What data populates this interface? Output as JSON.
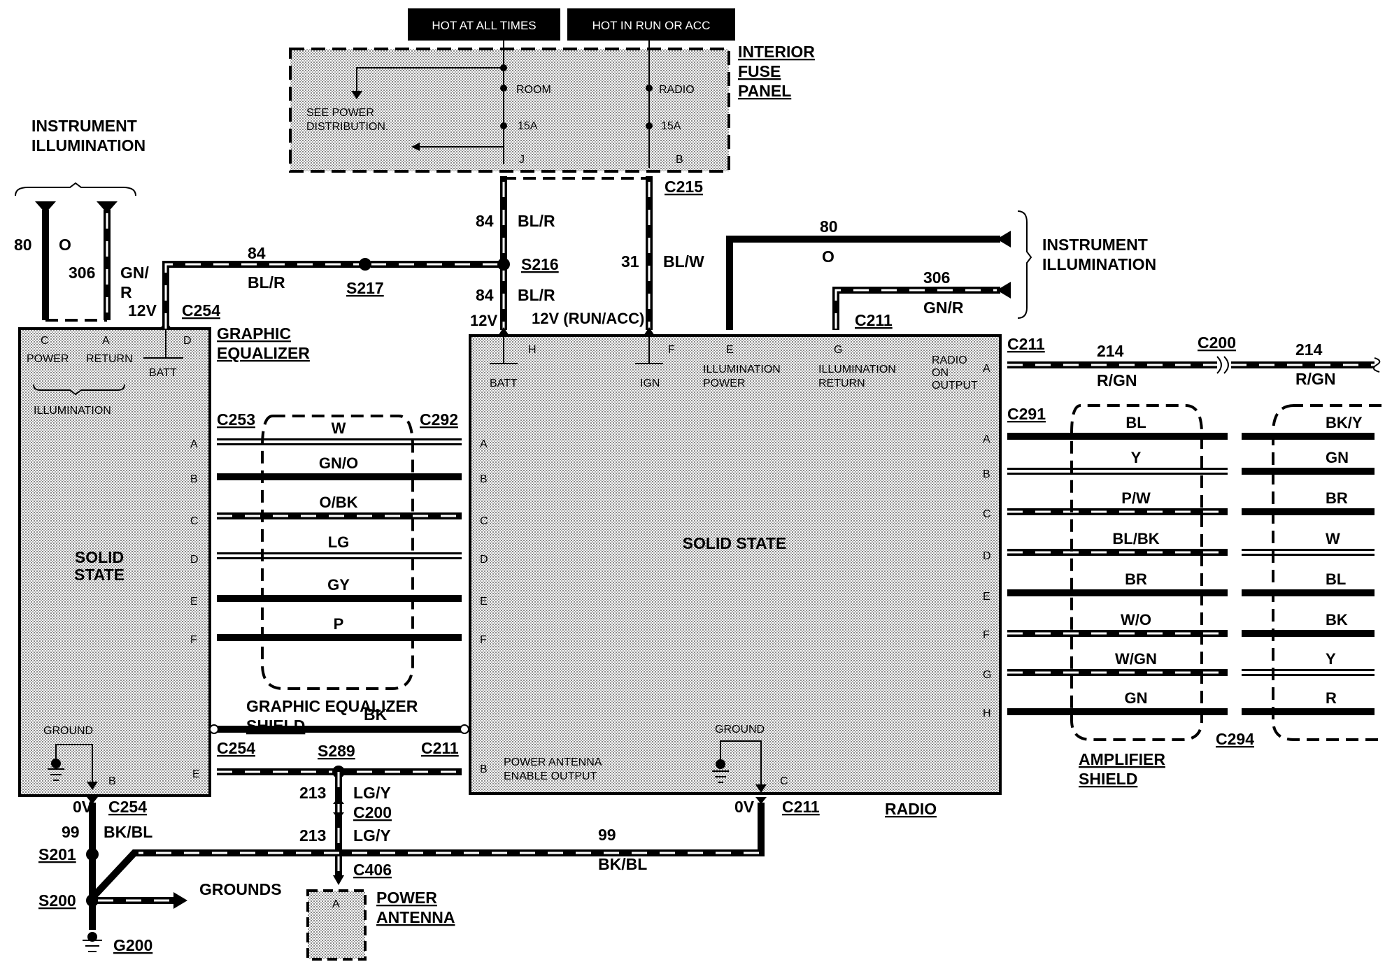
{
  "banners": {
    "hot_all": "HOT AT ALL TIMES",
    "hot_run": "HOT IN RUN OR ACC"
  },
  "fuse_panel": {
    "title": [
      "INTERIOR",
      "FUSE",
      "PANEL"
    ],
    "see_power": [
      "SEE POWER",
      "DISTRIBUTION."
    ],
    "fuse1": {
      "name": "ROOM",
      "amps": "15A",
      "pin": "J"
    },
    "fuse2": {
      "name": "RADIO",
      "amps": "15A",
      "pin": "B"
    }
  },
  "instrument_illumination_left": [
    "INSTRUMENT",
    "ILLUMINATION"
  ],
  "instrument_illumination_right": [
    "INSTRUMENT",
    "ILLUMINATION"
  ],
  "equalizer": {
    "title": [
      "GRAPHIC",
      "EQUALIZER"
    ],
    "pins_top": {
      "power": "POWER",
      "return": "RETURN",
      "batt": "BATT",
      "c": "C",
      "a": "A",
      "d": "D"
    },
    "illumination": "ILLUMINATION",
    "solid_state": [
      "SOLID",
      "STATE"
    ],
    "pins_right": [
      "A",
      "B",
      "C",
      "D",
      "E",
      "F"
    ],
    "ground": "GROUND",
    "pin_b": "B",
    "pin_e": "E"
  },
  "radio": {
    "title": "RADIO",
    "solid_state": "SOLID STATE",
    "pin_h": "H",
    "pin_batt": "BATT",
    "pin_f": "F",
    "pin_ign": "IGN",
    "pin_e": "E",
    "illum_power": [
      "ILLUMINATION",
      "POWER"
    ],
    "pin_g": "G",
    "illum_return": [
      "ILLUMINATION",
      "RETURN"
    ],
    "radio_on": [
      "RADIO",
      "ON",
      "OUTPUT"
    ],
    "pin_a": "A",
    "left_pins": [
      "A",
      "B",
      "C",
      "D",
      "E",
      "F"
    ],
    "right_pins": [
      "A",
      "B",
      "C",
      "D",
      "E",
      "F",
      "G",
      "H"
    ],
    "power_antenna": [
      "POWER ANTENNA",
      "ENABLE OUTPUT"
    ],
    "pin_b": "B",
    "ground": "GROUND",
    "pin_c": "C"
  },
  "wires": {
    "w80": "80",
    "o": "O",
    "w306": "306",
    "gnr": [
      "GN/",
      "R"
    ],
    "v12": "12V",
    "c254": "C254",
    "w84": "84",
    "blr": "BL/R",
    "s217": "S217",
    "s216": "S216",
    "w31": "31",
    "blw": "BL/W",
    "c215": "C215",
    "run_acc": "12V (RUN/ACC)",
    "w80r": "80",
    "or": "O",
    "w306r": "306",
    "gnr_r": "GN/R",
    "c211": "C211",
    "c214": "214",
    "rgn": "R/GN",
    "c200": "C200",
    "c253": "C253",
    "c292": "C292",
    "eq_colors": [
      "W",
      "GN/O",
      "O/BK",
      "LG",
      "GY",
      "P"
    ],
    "eq_shield": [
      "GRAPHIC EQUALIZER",
      "SHIELD"
    ],
    "bk": "BK",
    "c291": "C291",
    "c294": "C294",
    "amp_left": [
      "BL",
      "Y",
      "P/W",
      "BL/BK",
      "BR",
      "W/O",
      "W/GN",
      "GN"
    ],
    "amp_right": [
      "BK/Y",
      "GN",
      "BR",
      "W",
      "BL",
      "BK",
      "Y",
      "R"
    ],
    "amp_shield": [
      "AMPLIFIER",
      "SHIELD"
    ],
    "s289": "S289",
    "w213": "213",
    "lgy": "LG/Y",
    "c200b": "C200",
    "c406": "C406",
    "zero_v": "0V",
    "w99": "99",
    "bkbl": "BK/BL",
    "s201": "S201",
    "s200": "S200",
    "grounds": "GROUNDS",
    "g200": "G200",
    "power_antenna": [
      "POWER",
      "ANTENNA"
    ],
    "pa_pin": "A"
  }
}
